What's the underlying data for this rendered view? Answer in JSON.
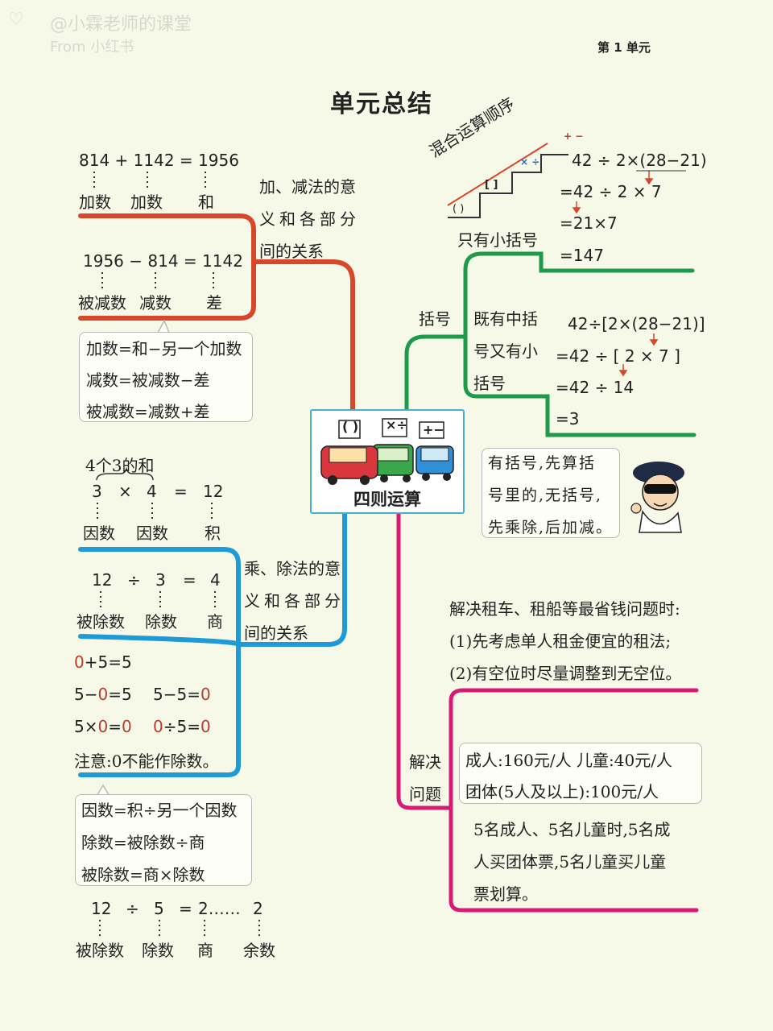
{
  "watermark": {
    "line1": "@小霖老师的课堂",
    "line2": "From 小红书"
  },
  "header": {
    "unit": "第 1 单元",
    "title": "单元总结"
  },
  "center": {
    "label": "四则运算",
    "sign1": "( )",
    "sign2": "×÷",
    "sign3": "+−"
  },
  "add_sub": {
    "add_eq": "814 + 1142 = 1956",
    "add_terms": [
      "加数",
      "加数",
      "和"
    ],
    "sub_eq": "1956 − 814  = 1142",
    "sub_terms": [
      "被减数",
      "减数",
      "差"
    ],
    "meaning": [
      "加、减法的意",
      "义和各部分",
      "间的关系"
    ],
    "formulas": [
      "加数=和−另一个加数",
      "减数=被减数−差",
      "被减数=减数+差"
    ]
  },
  "mul_div": {
    "sum_label": "4个3的和",
    "mul_eq": [
      "3",
      "×",
      "4",
      "=",
      "12"
    ],
    "mul_terms": [
      "因数",
      "因数",
      "积"
    ],
    "div_eq": [
      "12",
      "÷",
      "3",
      "=",
      "4"
    ],
    "div_terms": [
      "被除数",
      "除数",
      "商"
    ],
    "meaning": [
      "乘、除法的意",
      "义和各部分",
      "间的关系"
    ],
    "zero_rules": {
      "r1": [
        "0",
        "+5=5"
      ],
      "r2": [
        "5−",
        "0",
        "=5"
      ],
      "r3": [
        "5−5=",
        "0"
      ],
      "r4": [
        "5×",
        "0",
        "=",
        "0"
      ],
      "r5": [
        "0",
        "÷5=",
        "0"
      ],
      "note": "注意:0不能作除数。"
    },
    "formulas": [
      "因数=积÷另一个因数",
      "除数=被除数÷商",
      "被除数=商×除数"
    ],
    "rem_eq": [
      "12",
      "÷",
      "5",
      "=",
      "2……",
      "2"
    ],
    "rem_terms": [
      "被除数",
      "除数",
      "商",
      "余数"
    ]
  },
  "brackets": {
    "label": "括号",
    "order_title": "混合运算顺序",
    "stairs": [
      "( )",
      "[ ]",
      "× ÷",
      "+ −"
    ],
    "small_only": "只有小括号",
    "small_steps": [
      "42 ÷ 2×(28−21)",
      "=42 ÷ 2 × 7",
      "=21×7",
      "=147"
    ],
    "both_label": [
      "既有中括",
      "号又有小",
      "括号"
    ],
    "both_steps": [
      "42÷[2×(28−21)]",
      "=42 ÷ [ 2 × 7 ]",
      "=42  ÷  14",
      "=3"
    ],
    "tip": [
      "有括号,先算括",
      "号里的,无括号,",
      "先乘除,后加减。"
    ]
  },
  "solve": {
    "label": [
      "解决",
      "问题"
    ],
    "intro": [
      "解决租车、租船等最省钱问题时:",
      "(1)先考虑单人租金便宜的租法;",
      "(2)有空位时尽量调整到无空位。"
    ],
    "prices": [
      "成人:160元/人  儿童:40元/人",
      "团体(5人及以上):100元/人"
    ],
    "answer": [
      "5名成人、5名儿童时,5名成",
      "人买团体票,5名儿童买儿童",
      "票划算。"
    ]
  },
  "colors": {
    "red": "#d9472a",
    "blue": "#1e9ad6",
    "green": "#1e9a4a",
    "pink": "#d81b72",
    "zero": "#c0392b"
  }
}
